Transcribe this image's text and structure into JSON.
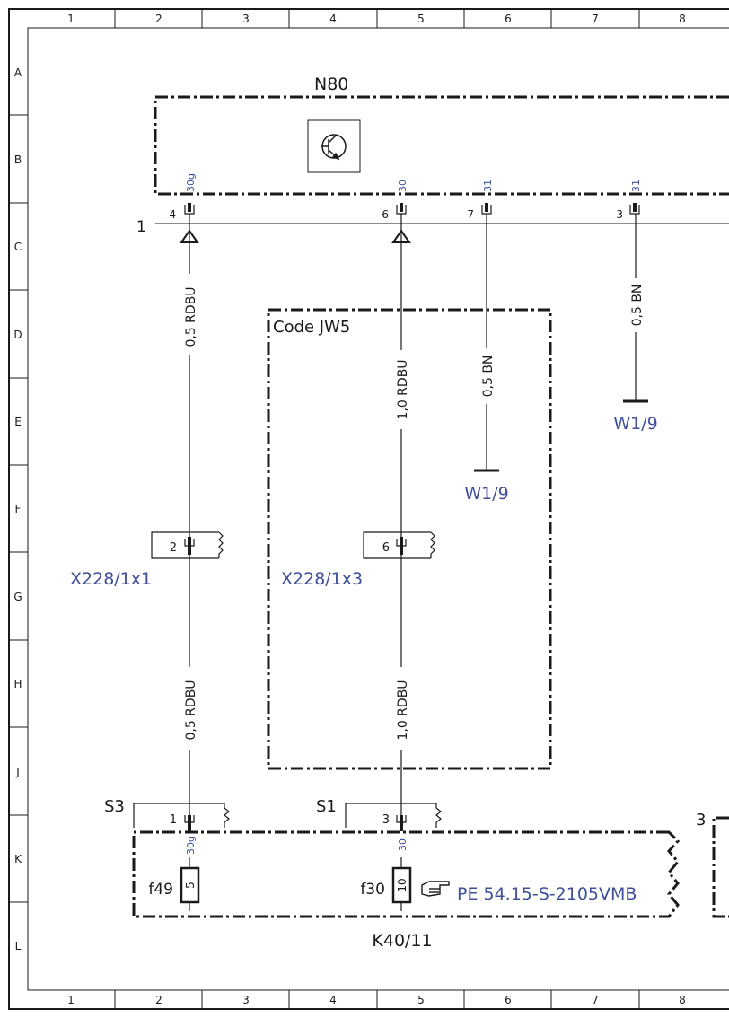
{
  "grid": {
    "columns": [
      "1",
      "2",
      "3",
      "4",
      "5",
      "6",
      "7",
      "8"
    ],
    "rows": [
      "A",
      "B",
      "C",
      "D",
      "E",
      "F",
      "G",
      "H",
      "J",
      "K",
      "L"
    ]
  },
  "components": {
    "n80": {
      "label": "N80",
      "icon": "transistor-icon",
      "row_num": "1"
    },
    "code": {
      "label": "Code JW5"
    },
    "k40": {
      "label": "K40/11",
      "ref": "PE 54.15-S-2105VMB",
      "icon": "pointing-hand-icon"
    },
    "s3": {
      "label": "S3"
    },
    "s1": {
      "label": "S1"
    },
    "right_num": "3"
  },
  "pins": {
    "n80_4": {
      "num": "4",
      "sig": "30g"
    },
    "n80_6": {
      "num": "6",
      "sig": "30"
    },
    "n80_7": {
      "num": "7",
      "sig": "31"
    },
    "n80_3": {
      "num": "3",
      "sig": "31"
    },
    "x1_2": {
      "num": "2"
    },
    "x3_6": {
      "num": "6"
    },
    "s3_1": {
      "num": "1",
      "sig": "30g"
    },
    "s1_3": {
      "num": "3",
      "sig": "30"
    }
  },
  "connectors": {
    "x1": "X228/1x1",
    "x3": "X228/1x3"
  },
  "wires": {
    "w1a": "0,5 RDBU",
    "w1b": "0,5 RDBU",
    "w2a": "1,0 RDBU",
    "w2b": "1,0 RDBU",
    "w3": "0,5 BN",
    "w4": "0,5 BN"
  },
  "grounds": {
    "g1": "W1/9",
    "g2": "W1/9"
  },
  "fuses": {
    "f49": {
      "name": "f49",
      "rating": "5"
    },
    "f30": {
      "name": "f30",
      "rating": "10"
    }
  }
}
